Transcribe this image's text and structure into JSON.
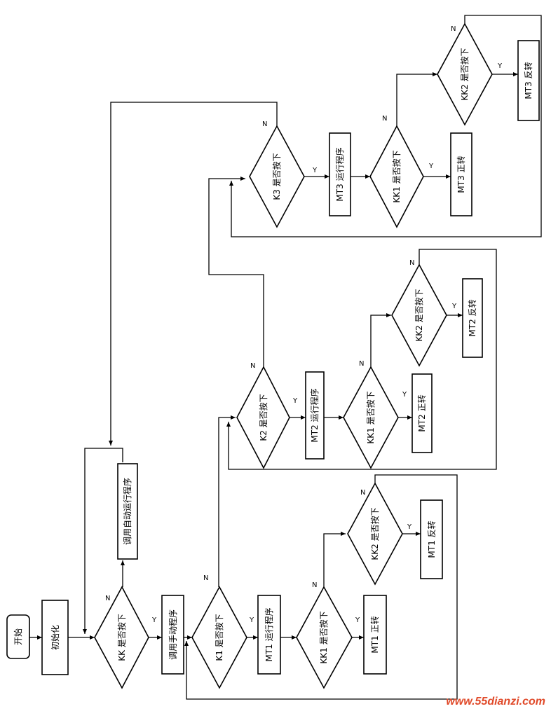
{
  "nodes": {
    "start": "开始",
    "init": "初始化",
    "kk_pressed": "KK 是否按下",
    "call_auto": "调用自动运行程序",
    "call_manual": "调用手动程序",
    "k1_pressed": "K1 是否按下",
    "mt1_run": "MT1 运行程序",
    "kk1_pressed_a": "KK1 是否按下",
    "mt1_forward": "MT1 正转",
    "kk2_pressed_a": "KK2 是否按下",
    "mt1_reverse": "MT1 反转",
    "k2_pressed": "K2 是否按下",
    "mt2_run": "MT2 运行程序",
    "kk1_pressed_b": "KK1 是否按下",
    "mt2_forward": "MT2 正转",
    "kk2_pressed_b": "KK2 是否按下",
    "mt2_reverse": "MT2 反转",
    "k3_pressed": "K3 是否按下",
    "mt3_run": "MT3 运行程序",
    "kk1_pressed_c": "KK1 是否按下",
    "mt3_forward": "MT3 正转",
    "kk2_pressed_c": "KK2 是否按下",
    "mt3_reverse": "MT3 反转"
  },
  "branch_labels": {
    "yes": "Y",
    "no": "N"
  },
  "watermark": "www.55dianzi.com"
}
